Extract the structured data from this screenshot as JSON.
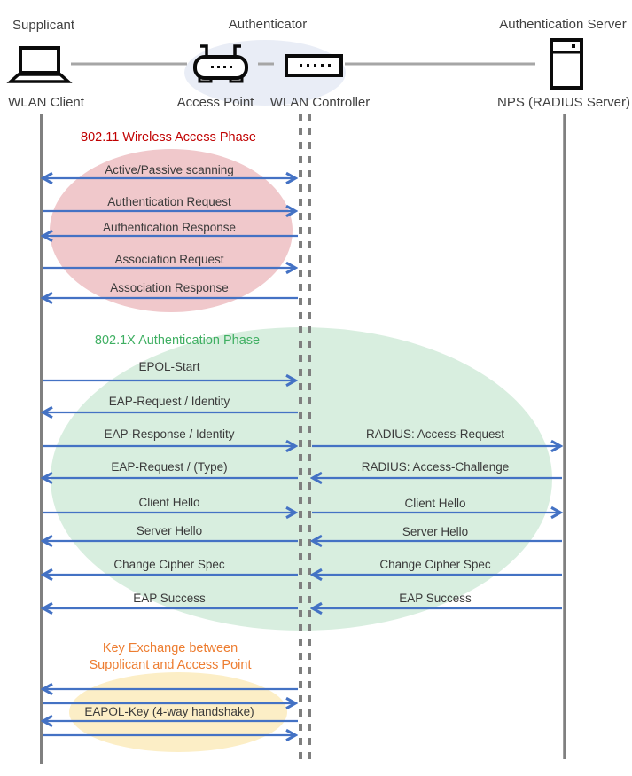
{
  "roles": {
    "supplicant": "Supplicant",
    "authenticator": "Authenticator",
    "auth_server": "Authentication Server"
  },
  "devices": {
    "wlan_client": "WLAN Client",
    "access_point": "Access Point",
    "wlan_controller": "WLAN Controller",
    "nps": "NPS (RADIUS Server)"
  },
  "phase1": {
    "title": "802.11 Wireless Access Phase",
    "messages": [
      {
        "label": "Active/Passive scanning",
        "direction": "both"
      },
      {
        "label": "Authentication Request",
        "direction": "right"
      },
      {
        "label": "Authentication Response",
        "direction": "left"
      },
      {
        "label": "Association Request",
        "direction": "right"
      },
      {
        "label": "Association Response",
        "direction": "left"
      }
    ]
  },
  "phase2": {
    "title": "802.1X Authentication Phase",
    "left_messages": [
      {
        "label": "EPOL-Start",
        "direction": "right"
      },
      {
        "label": "EAP-Request / Identity",
        "direction": "left"
      },
      {
        "label": "EAP-Response / Identity",
        "direction": "right"
      },
      {
        "label": "EAP-Request / (Type)",
        "direction": "left"
      },
      {
        "label": "Client Hello",
        "direction": "right"
      },
      {
        "label": "Server Hello",
        "direction": "left"
      },
      {
        "label": "Change Cipher Spec",
        "direction": "left"
      },
      {
        "label": "EAP Success",
        "direction": "left"
      }
    ],
    "right_messages": [
      {
        "label": "RADIUS: Access-Request",
        "direction": "right"
      },
      {
        "label": "RADIUS: Access-Challenge",
        "direction": "left"
      },
      {
        "label": "Client Hello",
        "direction": "right"
      },
      {
        "label": "Server Hello",
        "direction": "left"
      },
      {
        "label": "Change Cipher Spec",
        "direction": "left"
      },
      {
        "label": "EAP Success",
        "direction": "left"
      }
    ]
  },
  "phase3": {
    "title_line1": "Key Exchange between",
    "title_line2": "Supplicant and Access Point",
    "message": "EAPOL-Key (4-way handshake)",
    "unlabeled_arrows": [
      "left",
      "right",
      "left",
      "right"
    ]
  },
  "colors": {
    "arrow": "#4472C4",
    "lifeline": "#808080",
    "connector": "#A6A6A6",
    "phase1_title": "#C00000",
    "phase2_title": "#3FAF62",
    "phase3_title": "#ED7D31",
    "phase1_ellipse": "#F0C8CB",
    "phase2_ellipse": "#D8EEDF",
    "phase3_ellipse": "#FCEEC6",
    "header_ellipse": "#E9EDF6"
  }
}
